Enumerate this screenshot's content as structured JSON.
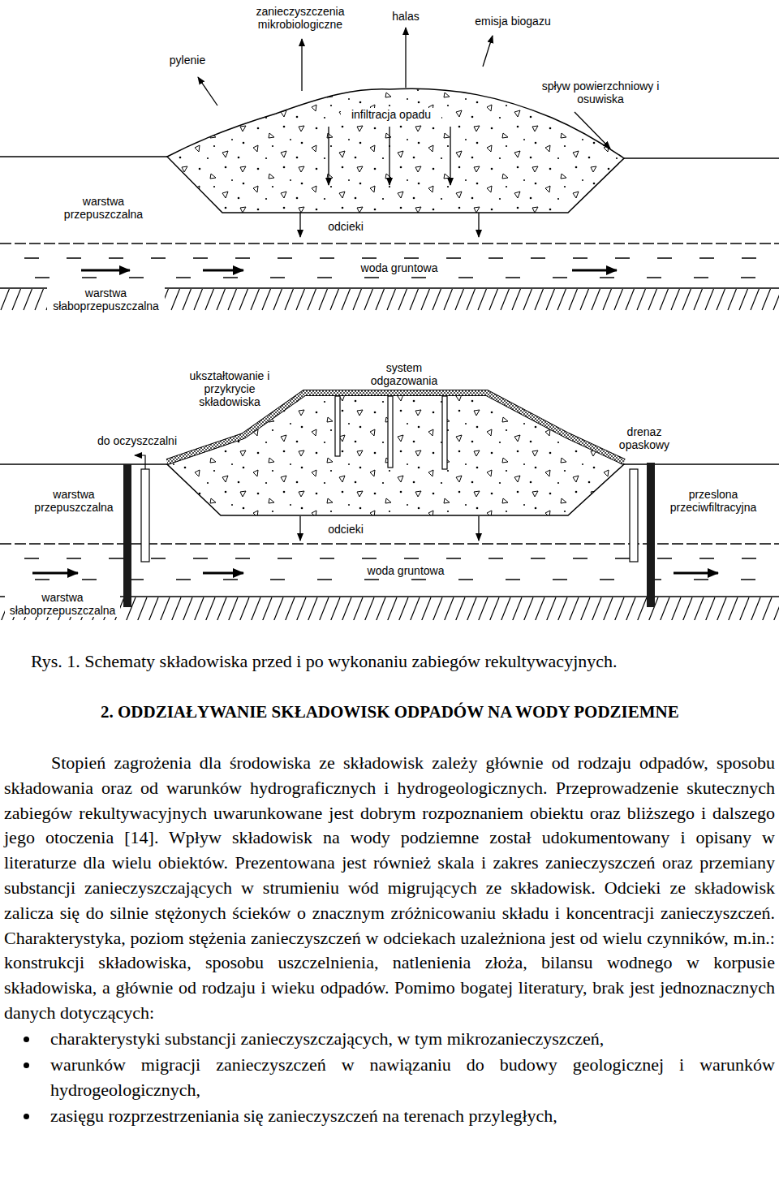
{
  "diagram": {
    "caption": "Rys. 1. Schematy składowiska przed i po wykonaniu zabiegów rekultywacyjnych.",
    "labels": [
      "zanieczyszczenia mikrobiologiczne",
      "halas",
      "emisja biogazu",
      "pylenie",
      "spływ powierzchniowy i osuwiska",
      "infiltracja opadu",
      "warstwa przepuszczalna",
      "odcieki",
      "woda gruntowa",
      "warstwa słaboprzepuszczalna",
      "ukształtowanie i przykrycie składowiska",
      "system odgazowania",
      "do oczyszczalni",
      "drenaz opaskowy",
      "warstwa przepuszczalna",
      "przeslona przeciwfiltracyjna",
      "odcieki",
      "woda gruntowa",
      "warstwa słaboprzepuszczalna",
      "2. ODDZIAŁYWANIE SKŁADOWISK ODPADÓW NA WODY PODZIEMNE",
      "Stopień zagrożenia dla środowiska ze składowisk zależy głównie od rodzaju odpadów, sposobu składowania oraz od warunków hydrograficznych i hydrogeologicznych. Przeprowadzenie skutecznych zabiegów rekultywacyjnych uwarunkowane jest dobrym rozpoznaniem obiektu oraz bliższego i dalszego jego otoczenia [14]. Wpływ składowisk na wody podziemne został udokumentowany i opisany w literaturze dla wielu obiektów. Prezentowana jest również skala i zakres zanieczyszczeń oraz przemiany substancji zanieczyszczających w strumieniu wód migrujących ze składowisk. Odcieki ze składowisk zalicza się do silnie stężonych ścieków o znacznym zróżnicowaniu składu i koncentracji zanieczyszczeń. Charakterystyka, poziom stężenia zanieczyszczeń w odciekach uzależniona jest od wielu czynników, m.in.: konstrukcji składowiska, sposobu uszczelnienia, natlenienia złoża, bilansu wodnego w korpusie składowiska, a głównie od rodzaju i wieku odpadów. Pomimo bogatej literatury, brak jest jednoznacznych danych dotyczących:",
      "charakterystyki substancji zanieczyszczających, w tym mikrozanieczyszczeń,",
      "warunków migracji zanieczyszczeń w nawiązaniu do budowy geologicznej i warunków hydrogeologicznych,",
      "zasięgu rozprzestrzeniania się zanieczyszczeń na terenach przyległych,"
    ]
  }
}
